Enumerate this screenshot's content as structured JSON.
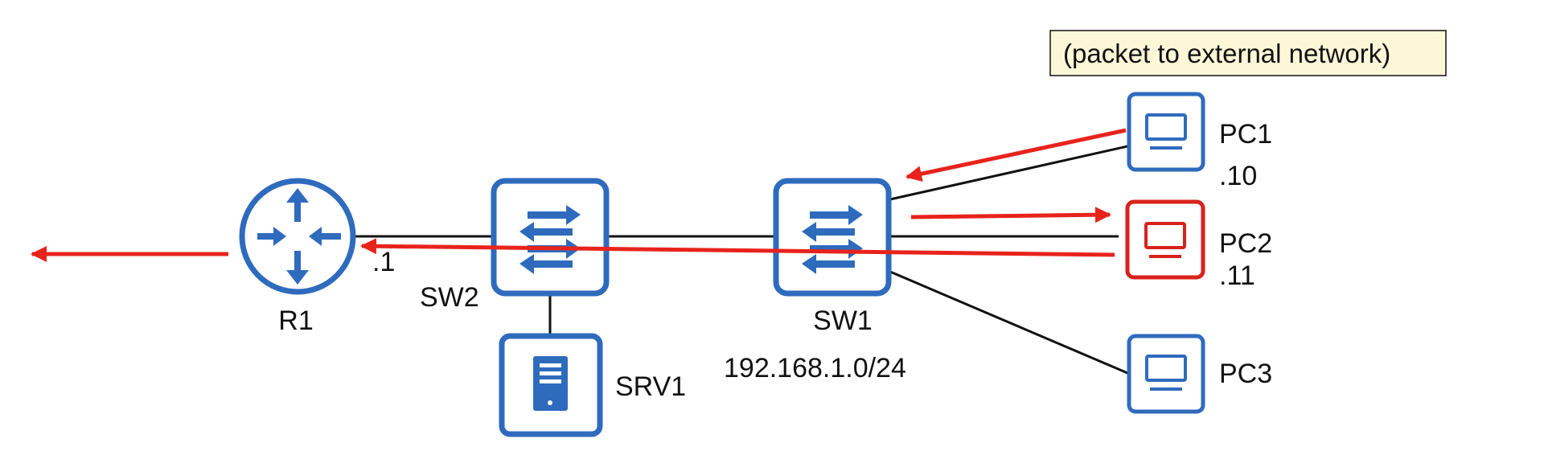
{
  "callout": {
    "text": "(packet to external network)"
  },
  "devices": {
    "r1": {
      "label": "R1",
      "icon": "router-icon"
    },
    "sw2": {
      "label": "SW2",
      "icon": "switch-icon"
    },
    "sw1": {
      "label": "SW1",
      "icon": "switch-icon"
    },
    "srv1": {
      "label": "SRV1",
      "icon": "server-icon"
    },
    "pc1": {
      "label": "PC1",
      "icon": "pc-icon",
      "host": ".10"
    },
    "pc2": {
      "label": "PC2",
      "icon": "pc-icon",
      "host": ".11"
    },
    "pc3": {
      "label": "PC3",
      "icon": "pc-icon"
    }
  },
  "r1_interface": ".1",
  "subnet": "192.168.1.0/24",
  "colors": {
    "device_blue": "#2f6bbd",
    "highlight_red": "#d9221c",
    "arrow_red": "#e8231c",
    "link_black": "#111111",
    "callout_fill": "#fdf7d8"
  }
}
